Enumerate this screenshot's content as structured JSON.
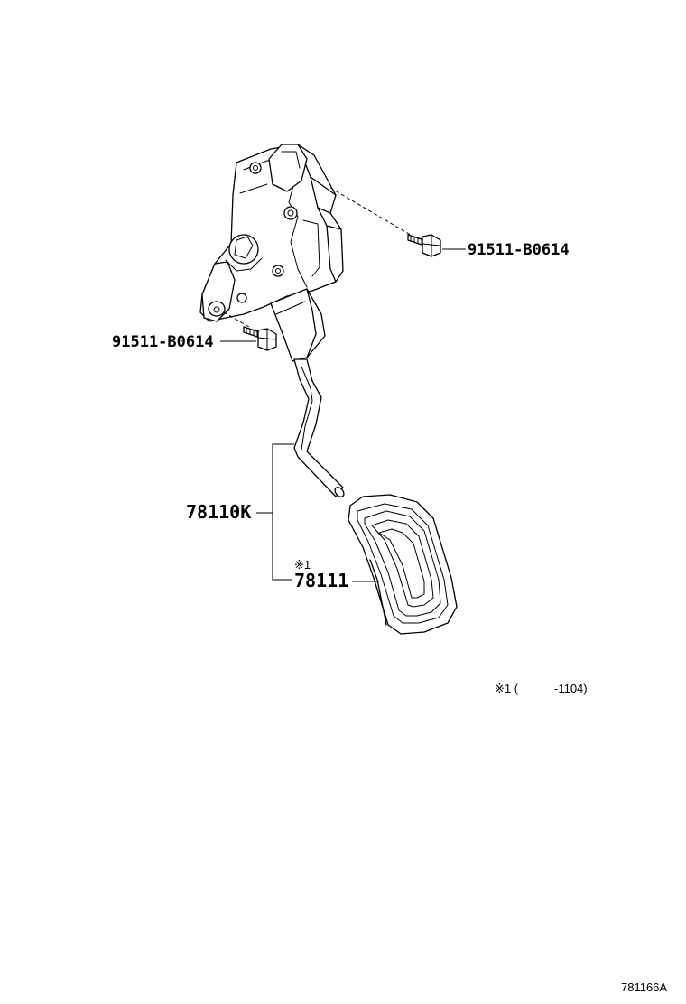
{
  "diagram": {
    "parts": {
      "bolt_upper": "91511-B0614",
      "bolt_lower": "91511-B0614",
      "pedal_assembly": "78110K",
      "pedal_pad": "78111",
      "pad_note_marker": "※1"
    },
    "footnote": {
      "marker": "※1 (",
      "range": "-1104)"
    },
    "diagram_id": "781166A"
  }
}
